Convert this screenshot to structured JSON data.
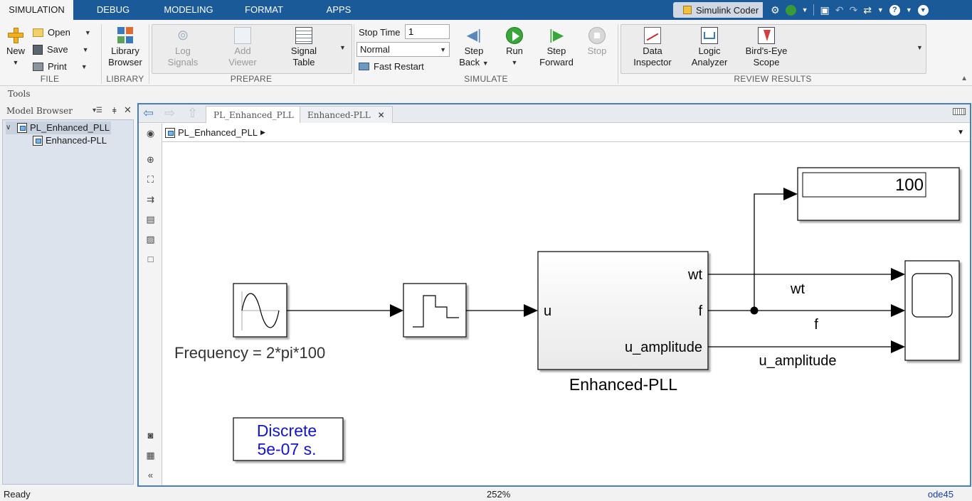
{
  "tabs": [
    "SIMULATION",
    "DEBUG",
    "MODELING",
    "FORMAT",
    "APPS"
  ],
  "quick_access": {
    "coder_label": "Simulink Coder"
  },
  "ribbon": {
    "file": {
      "new": "New",
      "open": "Open",
      "save": "Save",
      "print": "Print",
      "label": "FILE"
    },
    "library": {
      "browser_l1": "Library",
      "browser_l2": "Browser",
      "label": "LIBRARY"
    },
    "prepare": {
      "log_l1": "Log",
      "log_l2": "Signals",
      "add_l1": "Add",
      "add_l2": "Viewer",
      "signal_l1": "Signal",
      "signal_l2": "Table",
      "label": "PREPARE"
    },
    "simulate": {
      "stop_time_label": "Stop Time",
      "stop_time_value": "1",
      "mode_value": "Normal",
      "fast_restart": "Fast Restart",
      "step_back_l1": "Step",
      "step_back_l2": "Back",
      "run": "Run",
      "step_fwd_l1": "Step",
      "step_fwd_l2": "Forward",
      "stop": "Stop",
      "label": "SIMULATE"
    },
    "review": {
      "data_l1": "Data",
      "data_l2": "Inspector",
      "logic_l1": "Logic",
      "logic_l2": "Analyzer",
      "bird_l1": "Bird's-Eye",
      "bird_l2": "Scope",
      "label": "REVIEW RESULTS"
    }
  },
  "tools_label": "Tools",
  "model_browser": {
    "title": "Model Browser",
    "items": [
      "PL_Enhanced_PLL",
      "Enhanced-PLL"
    ]
  },
  "editor": {
    "tabs": [
      "PL_Enhanced_PLL",
      "Enhanced-PLL"
    ],
    "breadcrumb": "PL_Enhanced_PLL"
  },
  "diagram": {
    "sine_label": "Frequency = 2*pi*100",
    "pll_block_name": "Enhanced-PLL",
    "pll_in": "u",
    "pll_out_wt": "wt",
    "pll_out_f": "f",
    "pll_out_amp": "u_amplitude",
    "sig_wt": "wt",
    "sig_f": "f",
    "sig_amp": "u_amplitude",
    "display_value": "100",
    "powergui_l1": "Discrete",
    "powergui_l2": "5e-07 s."
  },
  "status": {
    "left": "Ready",
    "zoom": "252%",
    "solver": "ode45"
  }
}
